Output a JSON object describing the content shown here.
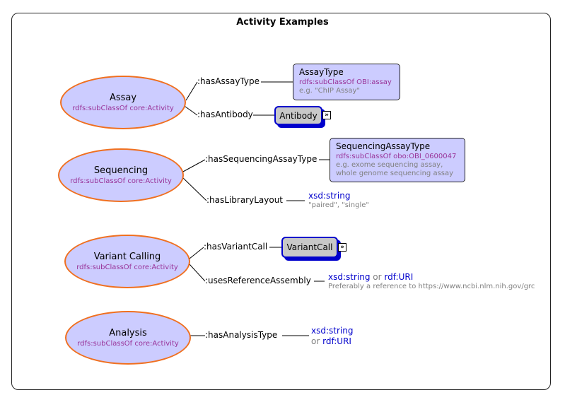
{
  "title": "Activity Examples",
  "classes": {
    "assay": {
      "name": "Assay",
      "sub": "rdfs:subClassOf core:Activity"
    },
    "sequencing": {
      "name": "Sequencing",
      "sub": "rdfs:subClassOf core:Activity"
    },
    "variant": {
      "name": "Variant Calling",
      "sub": "rdfs:subClassOf core:Activity"
    },
    "analysis": {
      "name": "Analysis",
      "sub": "rdfs:subClassOf core:Activity"
    }
  },
  "properties": {
    "hasAssayType": ":hasAssayType",
    "hasAntibody": ":hasAntibody",
    "hasSequencingAssayType": ":hasSequencingAssayType",
    "hasLibraryLayout": ":hasLibraryLayout",
    "hasVariantCall": ":hasVariantCall",
    "usesReferenceAssembly": ":usesReferenceAssembly",
    "hasAnalysisType": ":hasAnalysisType"
  },
  "boxes": {
    "assayType": {
      "name": "AssayType",
      "sub": "rdfs:subClassOf OBI:assay",
      "example": "e.g. \"ChIP Assay\""
    },
    "seqAssayType": {
      "name": "SequencingAssayType",
      "sub": "rdfs:subClassOf obo:OBI_0600047",
      "example1": "e.g. exome sequencing assay,",
      "example2": "whole genome sequencing assay"
    }
  },
  "refs": {
    "antibody": "Antibody",
    "variantCall": "VariantCall",
    "expand_glyph": "»"
  },
  "literals": {
    "libraryLayout": {
      "type": "xsd:string",
      "note": "\"paired\", \"single\""
    },
    "referenceAssembly": {
      "type1": "xsd:string",
      "or": "or",
      "type2": "rdf:URI",
      "note": "Preferably a reference to https://www.ncbi.nlm.nih.gov/grc"
    },
    "analysisType": {
      "type1": "xsd:string",
      "or": "or",
      "type2": "rdf:URI"
    }
  }
}
